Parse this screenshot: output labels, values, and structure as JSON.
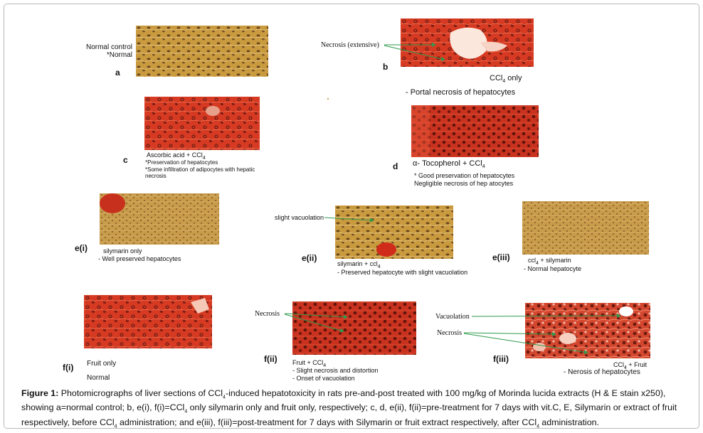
{
  "panels": {
    "a": {
      "letter": "a",
      "lines": [
        "Normal control",
        "*Normal"
      ]
    },
    "b": {
      "letter": "b",
      "pointer": "Necrosis (extensive)",
      "title": "CCl",
      "title_sub": "4",
      "title_suffix": " only",
      "note": "-  Portal  necrosis   of hepatocytes"
    },
    "c": {
      "letter": "c",
      "title": "Ascorbic acid  +  CCl",
      "title_sub": "4",
      "lines": [
        "*Preservation of hepatocytes",
        "*Some infiltration of adipocytes with hepatic",
        "  necrosis"
      ]
    },
    "d": {
      "letter": "d",
      "title": "α- Tocopherol + CCl",
      "title_sub": "4",
      "lines": [
        "*  Good preservation of hepatocytes",
        "   Negligible necrosis of hep atocytes"
      ]
    },
    "ei": {
      "letter": "e(i)",
      "line1": "silymarin only",
      "line2": "- Well preserved hepatocytes"
    },
    "eii": {
      "letter": "e(ii)",
      "pointer": "slight vacuolation",
      "line1": "silymarin + ccl",
      "line1_sub": "4",
      "line2": "- Preserved hepatocyte with slight vacuolation"
    },
    "eiii": {
      "letter": "e(iii)",
      "line1_pre": "ccl",
      "line1_sub": "4",
      "line1_post": " + silymarin",
      "line2": "- Normal hepatocyte"
    },
    "fi": {
      "letter": "f(i)",
      "line1": "Fruit only",
      "line2": "Normal"
    },
    "fii": {
      "letter": "f(ii)",
      "pointer": "Necrosis",
      "line1": "Fruit + CCl",
      "line1_sub": "4",
      "line2": "- Slight necrosis and distortion",
      "line3": "- Onset of vacuolation"
    },
    "fiii": {
      "letter": "f(iii)",
      "pointer1": "Vacuolation",
      "pointer2": "Necrosis",
      "line1": "CCl",
      "line1_sub": "4",
      "line1_post": " + Fruit",
      "line2": "- Nerosis of hepatocytes"
    }
  },
  "caption": {
    "label": "Figure 1:",
    "t1": " Photomicrographs of liver sections of CCl",
    "s1": "4",
    "t2": "-induced hepatotoxicity in rats pre-and-post treated with 100 mg/kg of Morinda lucida extracts (H & E stain x250), showing a=normal control; b, e(i), f(i)=CCl",
    "s2": "4",
    "t3": " only silymarin only and fruit only, respectively; c, d, e(ii), f(ii)=pre-treatment for 7 days with vit.C, E, Silymarin or extract of fruit respectively, before CCl",
    "s3": "4",
    "t4": " administration; and e(iii), f(iii)=post-treatment for 7 days with Silymarin or fruit extract respectively, after CCl",
    "s4": "4",
    "t5": " administration."
  },
  "colors": {
    "arrow": "#2e9a4c",
    "tissue_tan": "#c89a3c",
    "tissue_red": "#d23a22"
  }
}
